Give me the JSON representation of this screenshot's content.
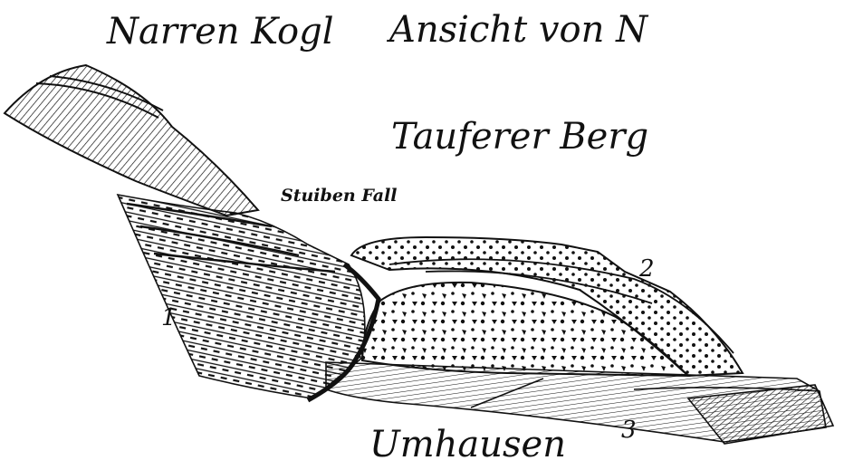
{
  "labels": {
    "peak": "Narren Kogl",
    "view": "Ansicht von N",
    "mountain": "Tauferer Berg",
    "waterfall": "Stuiben Fall",
    "village": "Umhausen",
    "unit_1": "1",
    "unit_2": "2",
    "unit_3": "3"
  },
  "colors": {
    "ink": "#111111",
    "paper": "#ffffff"
  }
}
